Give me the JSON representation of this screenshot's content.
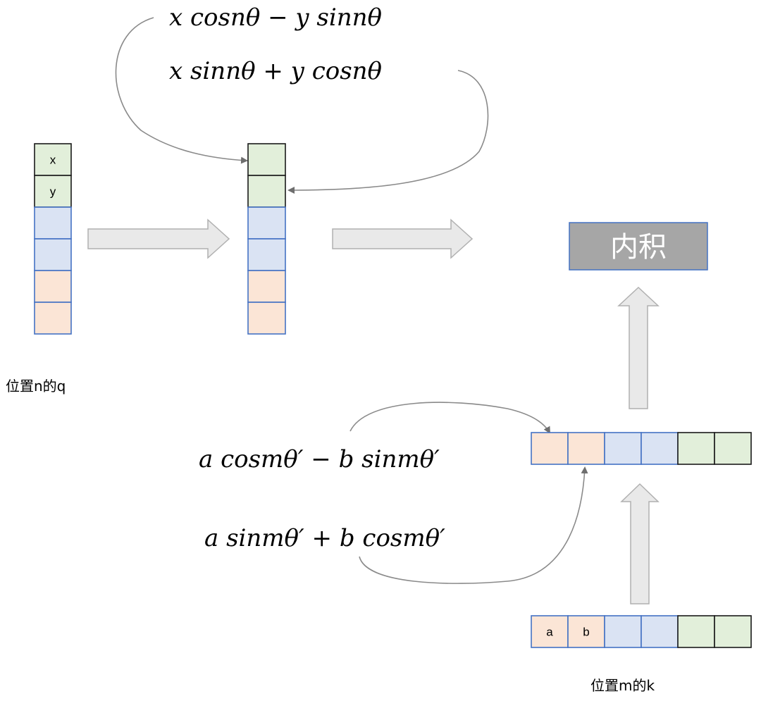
{
  "formulas": {
    "q_first": "x cosnθ − y sinnθ",
    "q_second": "x sinnθ  + y cosnθ",
    "k_first": "a cosmθ′ − b sinmθ′",
    "k_second": "a sinmθ′  + b cosmθ′"
  },
  "vector_q": {
    "caption": "位置n的q",
    "cells": [
      {
        "label": "x",
        "color": "#e2efda"
      },
      {
        "label": "y",
        "color": "#e2efda"
      },
      {
        "label": "",
        "color": "#dae3f3"
      },
      {
        "label": "",
        "color": "#dae3f3"
      },
      {
        "label": "",
        "color": "#fbe5d6"
      },
      {
        "label": "",
        "color": "#fbe5d6"
      }
    ]
  },
  "vector_q_rotated": {
    "cells": [
      {
        "label": "",
        "color": "#e2efda"
      },
      {
        "label": "",
        "color": "#e2efda"
      },
      {
        "label": "",
        "color": "#dae3f3"
      },
      {
        "label": "",
        "color": "#dae3f3"
      },
      {
        "label": "",
        "color": "#fbe5d6"
      },
      {
        "label": "",
        "color": "#fbe5d6"
      }
    ]
  },
  "vector_k": {
    "caption": "位置m的k",
    "cells": [
      {
        "label": "a",
        "color": "#fbe5d6"
      },
      {
        "label": "b",
        "color": "#fbe5d6"
      },
      {
        "label": "",
        "color": "#dae3f3"
      },
      {
        "label": "",
        "color": "#dae3f3"
      },
      {
        "label": "",
        "color": "#e2efda"
      },
      {
        "label": "",
        "color": "#e2efda"
      }
    ]
  },
  "vector_k_rotated": {
    "cells": [
      {
        "label": "",
        "color": "#fbe5d6"
      },
      {
        "label": "",
        "color": "#fbe5d6"
      },
      {
        "label": "",
        "color": "#dae3f3"
      },
      {
        "label": "",
        "color": "#dae3f3"
      },
      {
        "label": "",
        "color": "#e2efda"
      },
      {
        "label": "",
        "color": "#e2efda"
      }
    ]
  },
  "inner_product": {
    "label": "内积",
    "fill": "#a6a6a6",
    "border": "#4472c4"
  },
  "colors": {
    "green_cell": "#e2efda",
    "blue_cell": "#dae3f3",
    "orange_cell": "#fbe5d6",
    "cell_border_blue": "#4472c4",
    "cell_border_dark": "#1a1a1a",
    "curve_stroke": "#8a8a8a"
  }
}
